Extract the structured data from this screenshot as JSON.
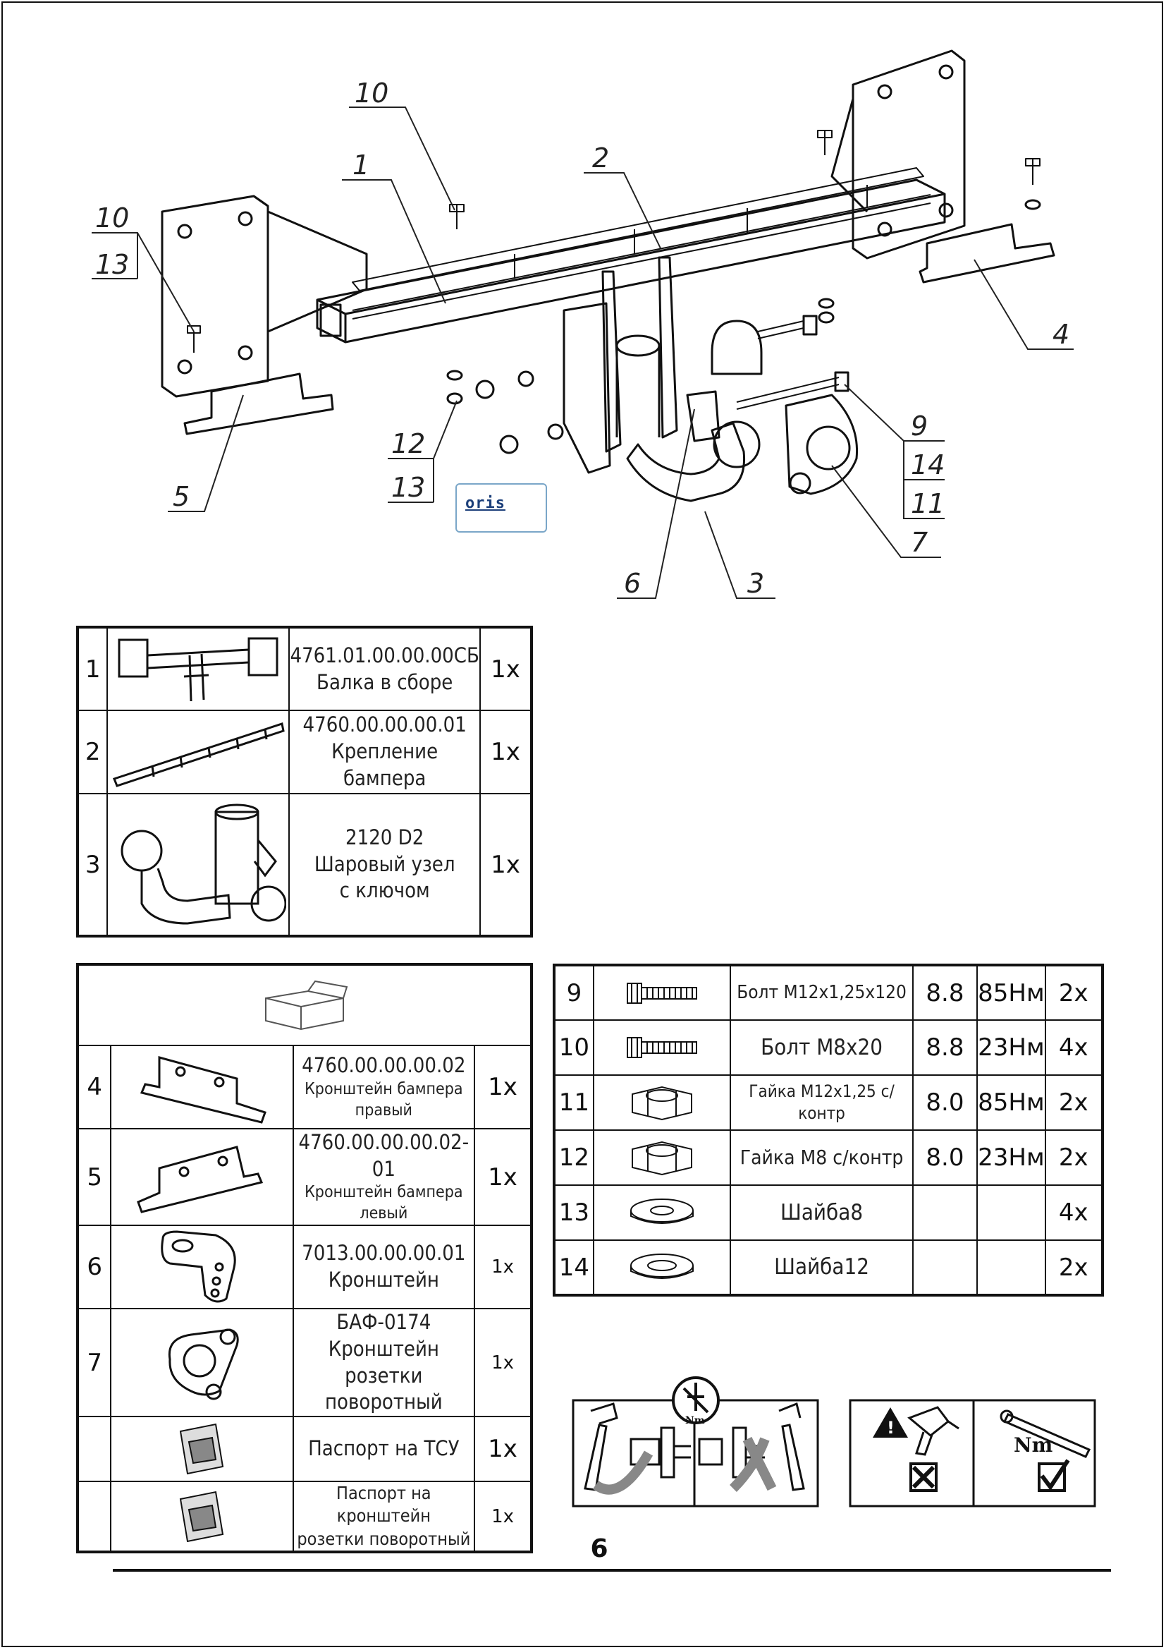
{
  "diagram": {
    "callouts": [
      "10",
      "1",
      "2",
      "10",
      "13",
      "4",
      "5",
      "12",
      "13",
      "9",
      "14",
      "11",
      "7",
      "6",
      "3"
    ],
    "logo": "oris"
  },
  "parts_table": {
    "rows": [
      {
        "num": "1",
        "code": "4761.01.00.00.00СБ",
        "name": "Балка в сборе",
        "qty": "1x",
        "icon": "tow-beam-icon"
      },
      {
        "num": "2",
        "code": "4760.00.00.00.01",
        "name": "Крепление бампера",
        "qty": "1x",
        "icon": "bumper-mount-icon"
      },
      {
        "num": "3",
        "code": "2120 D2",
        "name": "Шаровый узел",
        "name2": "с ключом",
        "qty": "1x",
        "icon": "ball-hitch-icon"
      }
    ]
  },
  "kit_table": {
    "header_icon": "box-icon",
    "rows": [
      {
        "num": "4",
        "code": "4760.00.00.00.02",
        "name": "Кронштейн бампера правый",
        "qty": "1x",
        "icon": "right-bracket-icon"
      },
      {
        "num": "5",
        "code": "4760.00.00.00.02-01",
        "name": "Кронштейн бампера левый",
        "qty": "1x",
        "icon": "left-bracket-icon"
      },
      {
        "num": "6",
        "code": "7013.00.00.00.01",
        "name": "Кронштейн",
        "qty": "1x",
        "icon": "bracket-icon"
      },
      {
        "num": "7",
        "code": "БАФ-0174",
        "name": "Кронштейн розетки",
        "name2": "поворотный",
        "qty": "1x",
        "icon": "socket-bracket-icon"
      },
      {
        "num": "",
        "code": "",
        "name": "Паспорт на ТСУ",
        "qty": "1x",
        "icon": "passport-icon"
      },
      {
        "num": "",
        "code": "",
        "name": "Паспорт на кронштейн",
        "name2": "розетки поворотный",
        "qty": "1x",
        "icon": "passport-icon"
      }
    ]
  },
  "hardware_table": {
    "rows": [
      {
        "num": "9",
        "name": "Болт М12х1,25х120",
        "grade": "8.8",
        "torque": "85Нм",
        "qty": "2x",
        "icon": "bolt-icon"
      },
      {
        "num": "10",
        "name": "Болт М8х20",
        "grade": "8.8",
        "torque": "23Нм",
        "qty": "4x",
        "icon": "bolt-icon"
      },
      {
        "num": "11",
        "name": "Гайка М12х1,25 с/контр",
        "grade": "8.0",
        "torque": "85Нм",
        "qty": "2x",
        "icon": "nut-icon"
      },
      {
        "num": "12",
        "name": "Гайка М8 с/контр",
        "grade": "8.0",
        "torque": "23Нм",
        "qty": "2x",
        "icon": "nut-icon"
      },
      {
        "num": "13",
        "name": "Шайба8",
        "grade": "",
        "torque": "",
        "qty": "4x",
        "icon": "washer-icon"
      },
      {
        "num": "14",
        "name": "Шайба12",
        "grade": "",
        "torque": "",
        "qty": "2x",
        "icon": "washer-icon"
      }
    ]
  },
  "torque_panels": {
    "left_icon": "nm-crossed-icon",
    "left_nm": "Nm",
    "right_nm": "Nm"
  },
  "footer": {
    "page_number": "6"
  }
}
